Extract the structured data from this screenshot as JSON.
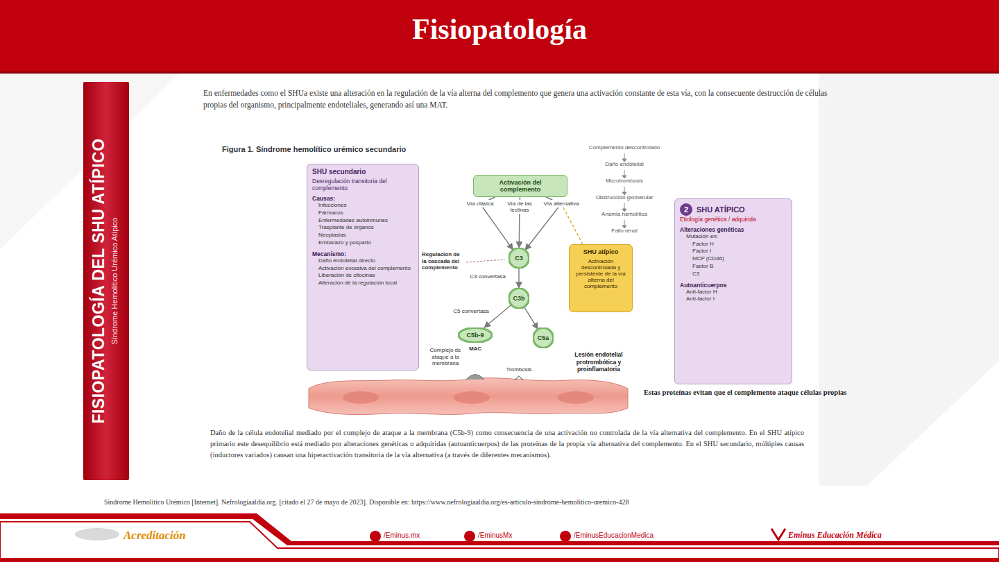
{
  "diagram": {
    "title": "Fisiopatología",
    "caption": "Daño de la célula endotelial mediado por el complejo de ataque a la membrana (C5b-9) como consecuencia de una activación no controlada de la vía alternativa del complemento. En el SHU atípico primario este desequilibrio está mediado por alteraciones genéticas o adquiridas (autoanticuerpos) de las proteínas de la propia vía alternativa del complemento. En el SHU secundario, múltiples causas (inductores variados) causan una hiperactivación transitoria de la vía alternativa (a través de diferentes mecanismos).",
    "nodes": [
      {
        "text": [
          "FISIOPATOLOGÍA DEL SHU ATÍPICO",
          "Síndrome Hemolítico Urémico Atípico"
        ]
      },
      {
        "text": [
          "SHU secundario",
          "Desregulación transitoria del complemento",
          "Causas:",
          "Infecciones",
          "Fármacos",
          "Enfermedades autoinmunes",
          "Trasplante de órganos",
          "Neoplasias",
          "Embarazo y posparto",
          "Mecanismo:",
          "Daño endotelial directo",
          "Activación excesiva del complemento",
          "Liberación de citocinas",
          "Alteración de la regulación local"
        ]
      },
      {
        "text": [
          "Activación del complemento"
        ]
      },
      {
        "text": [
          "Vía clásica"
        ]
      },
      {
        "text": [
          "Vía de las lectinas"
        ]
      },
      {
        "text": [
          "Vía alternativa"
        ]
      },
      {
        "text": [
          "C3"
        ]
      },
      {
        "text": [
          "C3b"
        ]
      },
      {
        "text": [
          "C5b-9"
        ]
      },
      {
        "text": [
          "C5a"
        ]
      },
      {
        "text": [
          "SHU atípico",
          "Activación descontrolada y persistente de la vía alterna del complemento"
        ]
      },
      {
        "text": [
          "2",
          "SHU ATÍPICO",
          "Etiología genética / adquirida",
          "Alteraciones genéticas",
          "Mutación en:",
          "Factor H",
          "Factor I",
          "MCP (CD46)",
          "Factor B",
          "C3",
          "Autoanticuerpos",
          "Anti-factor H",
          "Anti-factor I"
        ]
      }
    ],
    "edges": [
      {
        "from": 2,
        "to": 3,
        "arrow": "none"
      },
      {
        "from": 2,
        "to": 4,
        "arrow": "none"
      },
      {
        "from": 2,
        "to": 5,
        "arrow": "none"
      },
      {
        "from": 3,
        "to": 6,
        "arrow": "to"
      },
      {
        "from": 4,
        "to": 6,
        "arrow": "to"
      },
      {
        "from": 5,
        "to": 6,
        "arrow": "to"
      },
      {
        "from": 6,
        "to": 7,
        "label": "C3 convertasa",
        "arrow": "to"
      },
      {
        "from": 7,
        "to": 8,
        "label": "C5 convertasa",
        "arrow": "to"
      },
      {
        "from": 7,
        "to": 9,
        "arrow": "to"
      },
      {
        "from": 5,
        "to": 10,
        "arrow": "none"
      }
    ],
    "labels": [
      "En enfermedades como el SHUa existe una alteración en la regulación de la vía alterna del complemento que genera una activación constante de esta vía, con la consecuente destrucción de células propias del organismo, principalmente endoteliales, generando así una MAT.",
      "Figura 1. Síndrome hemolítico urémico secundario",
      "Complemento descontrolado",
      "Daño endotelial",
      "Microtrombosis",
      "Obstrucción glomerular",
      "Anemia hemolítica",
      "Fallo renal",
      "Regulación de la cascada del complemento",
      "Complejo de ataque a la membrana",
      "MAC",
      "Trombosis",
      "Lesión endotelial protrombótica y proinflamatoria",
      "Estas proteínas evitan que el complemento ataque células propias",
      "Síndrome Hemolítico Urémico [Internet]. Nefrologíaaldía.org. [citado el 27 de mayo de 2023]. Disponible en: https://www.nefrologiaaldia.org/es-articulo-sindrome-hemolitico-uremico-428",
      "Acreditación",
      "/Eminus.mx",
      "/EminusMx",
      "/EminusEducacionMedica",
      "Eminus Educación Médica"
    ]
  }
}
